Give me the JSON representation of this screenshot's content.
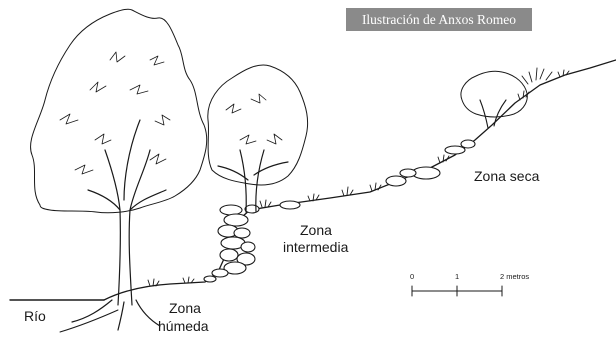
{
  "credit": "Ilustración de Anxos Romeo",
  "zones": {
    "rio": "Río",
    "humeda": [
      "Zona",
      "húmeda"
    ],
    "intermedia": [
      "Zona",
      "intermedia"
    ],
    "seca": "Zona seca"
  },
  "scale": {
    "ticks": [
      "0",
      "1",
      "2 metros"
    ]
  },
  "colors": {
    "ink": "#1a1a1a",
    "credit_bg": "#8a8a8a",
    "credit_text": "#ffffff"
  }
}
